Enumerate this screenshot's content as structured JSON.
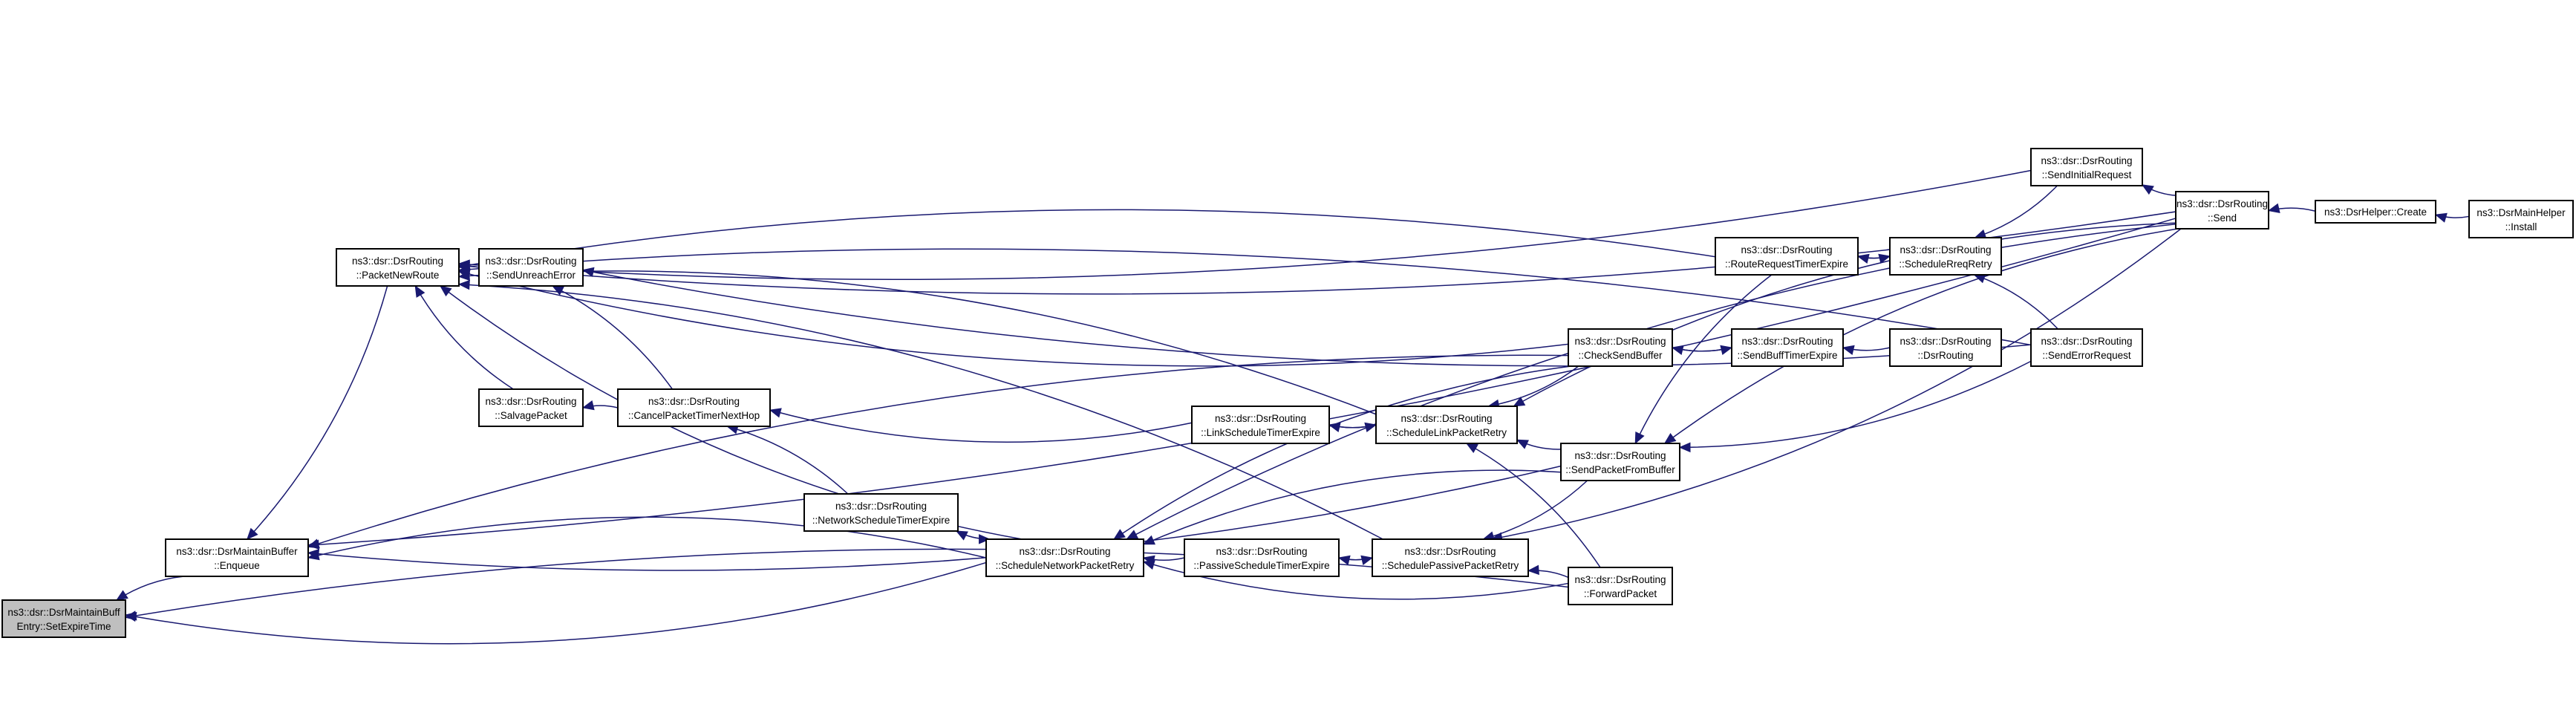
{
  "diagram": {
    "edge_color": "#191970",
    "focus_fill": "#bfbfbf",
    "nodes": [
      {
        "id": "setexpire",
        "line1": "ns3::dsr::DsrMaintainBuff",
        "line2": "Entry::SetExpireTime",
        "focus": true
      },
      {
        "id": "enqueue",
        "line1": "ns3::dsr::DsrMaintainBuffer",
        "line2": "::Enqueue"
      },
      {
        "id": "packetnewroute",
        "line1": "ns3::dsr::DsrRouting",
        "line2": "::PacketNewRoute"
      },
      {
        "id": "sendunreach",
        "line1": "ns3::dsr::DsrRouting",
        "line2": "::SendUnreachError"
      },
      {
        "id": "salvage",
        "line1": "ns3::dsr::DsrRouting",
        "line2": "::SalvagePacket"
      },
      {
        "id": "cancelpacket",
        "line1": "ns3::dsr::DsrRouting",
        "line2": "::CancelPacketTimerNextHop"
      },
      {
        "id": "netschedexpire",
        "line1": "ns3::dsr::DsrRouting",
        "line2": "::NetworkScheduleTimerExpire"
      },
      {
        "id": "schednetretry",
        "line1": "ns3::dsr::DsrRouting",
        "line2": "::ScheduleNetworkPacketRetry"
      },
      {
        "id": "linkschedexpire",
        "line1": "ns3::dsr::DsrRouting",
        "line2": "::LinkScheduleTimerExpire"
      },
      {
        "id": "passiveexpire",
        "line1": "ns3::dsr::DsrRouting",
        "line2": "::PassiveScheduleTimerExpire"
      },
      {
        "id": "schedlinkretry",
        "line1": "ns3::dsr::DsrRouting",
        "line2": "::ScheduleLinkPacketRetry"
      },
      {
        "id": "schedpassiveretry",
        "line1": "ns3::dsr::DsrRouting",
        "line2": "::SchedulePassivePacketRetry"
      },
      {
        "id": "checksendbuffer",
        "line1": "ns3::dsr::DsrRouting",
        "line2": "::CheckSendBuffer"
      },
      {
        "id": "sendpacketfrombuffer",
        "line1": "ns3::dsr::DsrRouting",
        "line2": "::SendPacketFromBuffer"
      },
      {
        "id": "forwardpacket",
        "line1": "ns3::dsr::DsrRouting",
        "line2": "::ForwardPacket"
      },
      {
        "id": "routereqexpire",
        "line1": "ns3::dsr::DsrRouting",
        "line2": "::RouteRequestTimerExpire"
      },
      {
        "id": "sendbuffexpire",
        "line1": "ns3::dsr::DsrRouting",
        "line2": "::SendBuffTimerExpire"
      },
      {
        "id": "schedreqretry",
        "line1": "ns3::dsr::DsrRouting",
        "line2": "::ScheduleRreqRetry"
      },
      {
        "id": "dsrrouting",
        "line1": "ns3::dsr::DsrRouting",
        "line2": "::DsrRouting"
      },
      {
        "id": "sendinitial",
        "line1": "ns3::dsr::DsrRouting",
        "line2": "::SendInitialRequest"
      },
      {
        "id": "senderror",
        "line1": "ns3::dsr::DsrRouting",
        "line2": "::SendErrorRequest"
      },
      {
        "id": "send",
        "line1": "ns3::dsr::DsrRouting",
        "line2": "::Send"
      },
      {
        "id": "helpercreate",
        "line1": "ns3::DsrHelper::Create",
        "line2": ""
      },
      {
        "id": "mainhelperinstall",
        "line1": "ns3::DsrMainHelper",
        "line2": "::Install"
      }
    ],
    "edges": [
      {
        "from": "enqueue",
        "to": "setexpire"
      },
      {
        "from": "schednetretry",
        "to": "setexpire"
      },
      {
        "from": "forwardpacket",
        "to": "setexpire"
      },
      {
        "from": "packetnewroute",
        "to": "enqueue"
      },
      {
        "from": "schednetretry",
        "to": "enqueue"
      },
      {
        "from": "sendpacketfrombuffer",
        "to": "enqueue"
      },
      {
        "from": "checksendbuffer",
        "to": "enqueue"
      },
      {
        "from": "send",
        "to": "enqueue"
      },
      {
        "from": "sendunreach",
        "to": "packetnewroute"
      },
      {
        "from": "salvage",
        "to": "packetnewroute"
      },
      {
        "from": "schedlinkretry",
        "to": "packetnewroute"
      },
      {
        "from": "schednetretry",
        "to": "packetnewroute"
      },
      {
        "from": "schedpassiveretry",
        "to": "packetnewroute"
      },
      {
        "from": "checksendbuffer",
        "to": "packetnewroute"
      },
      {
        "from": "routereqexpire",
        "to": "packetnewroute"
      },
      {
        "from": "sendinitial",
        "to": "packetnewroute"
      },
      {
        "from": "senderror",
        "to": "packetnewroute"
      },
      {
        "from": "send",
        "to": "packetnewroute"
      },
      {
        "from": "cancelpacket",
        "to": "sendunreach"
      },
      {
        "from": "senderror",
        "to": "sendunreach"
      },
      {
        "from": "cancelpacket",
        "to": "salvage"
      },
      {
        "from": "linkschedexpire",
        "to": "cancelpacket"
      },
      {
        "from": "netschedexpire",
        "to": "cancelpacket"
      },
      {
        "from": "schednetretry",
        "to": "netschedexpire"
      },
      {
        "from": "netschedexpire",
        "to": "schednetretry"
      },
      {
        "from": "passiveexpire",
        "to": "schednetretry"
      },
      {
        "from": "sendpacketfrombuffer",
        "to": "schednetretry"
      },
      {
        "from": "forwardpacket",
        "to": "schednetretry"
      },
      {
        "from": "send",
        "to": "schednetretry"
      },
      {
        "from": "schedlinkretry",
        "to": "linkschedexpire"
      },
      {
        "from": "linkschedexpire",
        "to": "schedlinkretry"
      },
      {
        "from": "schedpassiveretry",
        "to": "passiveexpire"
      },
      {
        "from": "passiveexpire",
        "to": "schedpassiveretry"
      },
      {
        "from": "sendpacketfrombuffer",
        "to": "schedlinkretry"
      },
      {
        "from": "forwardpacket",
        "to": "schedlinkretry"
      },
      {
        "from": "checksendbuffer",
        "to": "schedlinkretry"
      },
      {
        "from": "send",
        "to": "schedlinkretry"
      },
      {
        "from": "sendpacketfrombuffer",
        "to": "schedpassiveretry"
      },
      {
        "from": "forwardpacket",
        "to": "schedpassiveretry"
      },
      {
        "from": "send",
        "to": "schedpassiveretry"
      },
      {
        "from": "checksendbuffer",
        "to": "schednetretry"
      },
      {
        "from": "sendbuffexpire",
        "to": "checksendbuffer"
      },
      {
        "from": "checksendbuffer",
        "to": "sendbuffexpire"
      },
      {
        "from": "dsrrouting",
        "to": "sendbuffexpire"
      },
      {
        "from": "send",
        "to": "sendpacketfrombuffer"
      },
      {
        "from": "senderror",
        "to": "sendpacketfrombuffer"
      },
      {
        "from": "routereqexpire",
        "to": "sendpacketfrombuffer"
      },
      {
        "from": "schedreqretry",
        "to": "routereqexpire"
      },
      {
        "from": "routereqexpire",
        "to": "schedreqretry"
      },
      {
        "from": "sendinitial",
        "to": "schedreqretry"
      },
      {
        "from": "senderror",
        "to": "schedreqretry"
      },
      {
        "from": "send",
        "to": "sendinitial"
      },
      {
        "from": "helpercreate",
        "to": "send"
      },
      {
        "from": "mainhelperinstall",
        "to": "helpercreate"
      }
    ]
  }
}
